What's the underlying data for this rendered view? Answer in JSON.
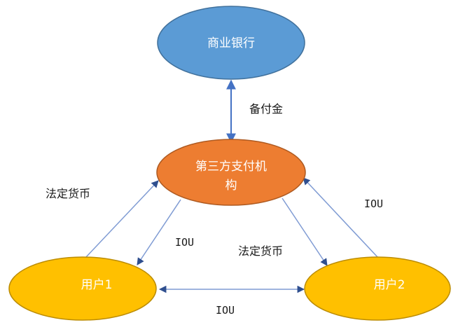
{
  "nodes": {
    "bank": {
      "label": "商业银行",
      "fill": "#5B9BD5",
      "stroke": "#41719C"
    },
    "third_party": {
      "label_line1": "第三方支付机",
      "label_line2": "构",
      "fill": "#ED7D31",
      "stroke": "#AE5A21"
    },
    "user1": {
      "label": "用户1",
      "fill": "#FFC000",
      "stroke": "#BC8C00"
    },
    "user2": {
      "label": "用户2",
      "fill": "#FFC000",
      "stroke": "#BC8C00"
    }
  },
  "edges": {
    "reserve": {
      "label": "备付金",
      "color": "#4472C4"
    },
    "user1_to_third": {
      "label": "法定货币",
      "color": "#7F9BD3"
    },
    "third_to_user1": {
      "label": "IOU",
      "color": "#7F9BD3"
    },
    "third_to_user2": {
      "label": "法定货币",
      "color": "#7F9BD3"
    },
    "user2_to_third": {
      "label": "IOU",
      "color": "#7F9BD3"
    },
    "user1_user2": {
      "label": "IOU",
      "color": "#7F9BD3"
    }
  }
}
